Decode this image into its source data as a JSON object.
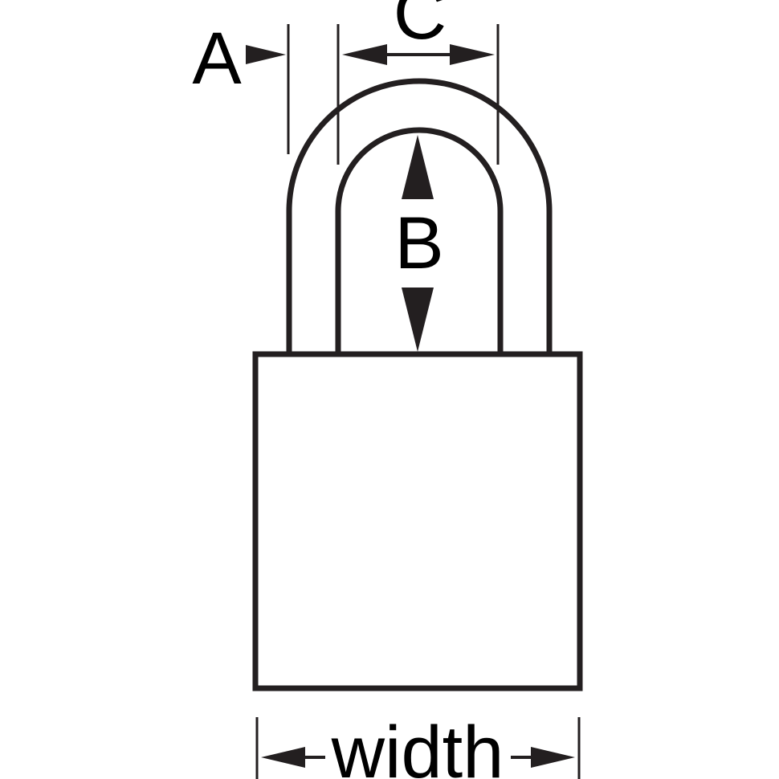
{
  "diagram": {
    "labels": {
      "a": "A",
      "b": "B",
      "c": "C",
      "width": "width"
    },
    "colors": {
      "stroke": "#231f20",
      "background": "#ffffff"
    }
  }
}
